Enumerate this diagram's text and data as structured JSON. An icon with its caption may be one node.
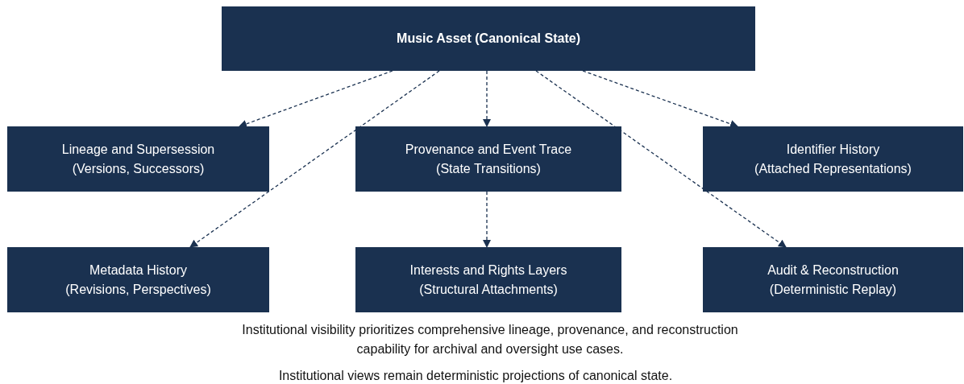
{
  "diagram": {
    "nodes": [
      {
        "text": [
          "Music Asset (Canonical State)"
        ]
      },
      {
        "text": [
          "Lineage and Supersession",
          "(Versions, Successors)"
        ]
      },
      {
        "text": [
          "Provenance and Event Trace",
          "(State Transitions)"
        ]
      },
      {
        "text": [
          "Identifier History",
          "(Attached Representations)"
        ]
      },
      {
        "text": [
          "Metadata History",
          "(Revisions, Perspectives)"
        ]
      },
      {
        "text": [
          "Interests and Rights Layers",
          "(Structural Attachments)"
        ]
      },
      {
        "text": [
          "Audit & Reconstruction",
          "(Deterministic Replay)"
        ]
      }
    ],
    "edges": [
      {
        "from": 0,
        "to": 1,
        "arrow": "to",
        "style": "dashed"
      },
      {
        "from": 0,
        "to": 4,
        "arrow": "to",
        "style": "dashed"
      },
      {
        "from": 0,
        "to": 2,
        "arrow": "to",
        "style": "dashed"
      },
      {
        "from": 0,
        "to": 6,
        "arrow": "to",
        "style": "dashed"
      },
      {
        "from": 0,
        "to": 3,
        "arrow": "to",
        "style": "dashed"
      },
      {
        "from": 2,
        "to": 5,
        "arrow": "to",
        "style": "dashed"
      }
    ],
    "labels": [
      "Institutional visibility prioritizes comprehensive lineage, provenance, and reconstruction capability for archival and oversight use cases.",
      "Institutional views remain deterministic projections of canonical state."
    ]
  }
}
